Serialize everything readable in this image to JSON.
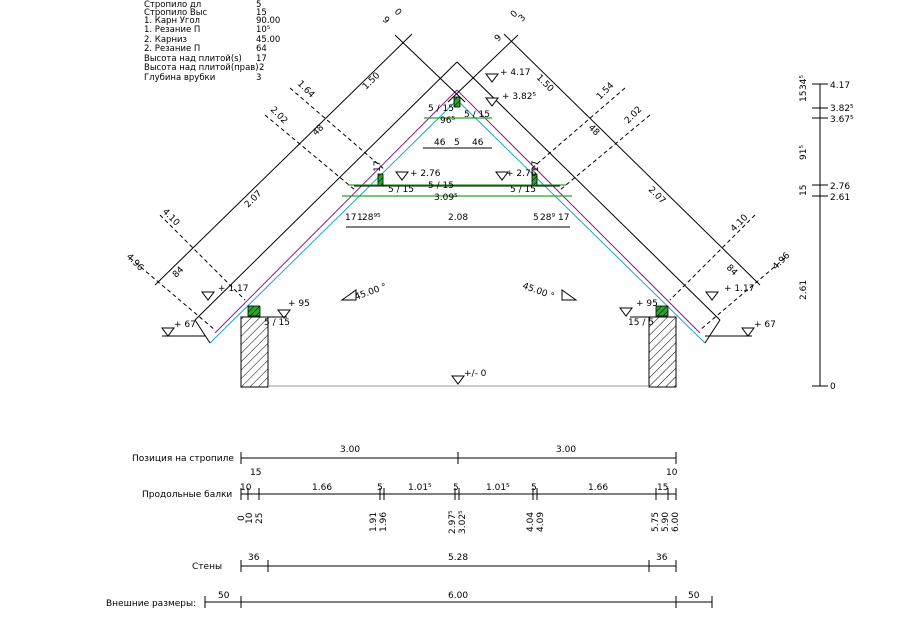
{
  "params": [
    {
      "label": "Стропило дл",
      "value": "5"
    },
    {
      "label": "Стропило Выс",
      "value": "15"
    },
    {
      "label": "1. Карн Угол",
      "value": "90.00"
    },
    {
      "label": "1. Резание П",
      "value": "10⁵"
    },
    {
      "label": "2. Карниз",
      "value": "45.00"
    },
    {
      "label": "2. Резание П",
      "value": "64"
    },
    {
      "label": "Высота над плитой(s)",
      "value": "17"
    },
    {
      "label": "Высота над плитой(прав)",
      "value": "2"
    },
    {
      "label": "Глубина врубки",
      "value": "3"
    }
  ],
  "levels": {
    "ridge": "+ 4.17",
    "upper_collar": "+ 3.82⁵",
    "collar_left": "+ 2.76",
    "collar_right": "+ 2.76",
    "eave_left": "+ 1.17",
    "eave_right": "+ 1.17",
    "plate_left": "+ 95",
    "plate_right": "+ 95",
    "foot_left": "+ 67",
    "foot_right": "+ 67",
    "base": "+/- 0"
  },
  "rafter_dims": {
    "left": [
      "9",
      "0",
      "1.50",
      "1.64",
      "2.02",
      "48",
      "2.07",
      "4.10",
      "4.96",
      "84"
    ],
    "right": [
      "9",
      "0",
      "3",
      "1.50",
      "1.54",
      "2.02",
      "48",
      "2.07",
      "4.10",
      "4.96",
      "84"
    ],
    "angle_left": "45.00 °",
    "angle_right": "45.00 °"
  },
  "inner_labels": {
    "upper_sections": [
      "5 / 15",
      "5 / 15"
    ],
    "upper_width": "96⁵",
    "upper_gap": [
      "46",
      "5",
      "46"
    ],
    "collar_section_mid": "5 / 15",
    "collar_section_left": "5 / 15",
    "collar_section_right": "5 / 15",
    "collar_width": "3.09⁵",
    "lower_row": [
      "17",
      "1",
      "28⁹⁵",
      "2.08",
      "5",
      "28⁹",
      "17"
    ],
    "post_left": "17",
    "post_right": "17",
    "plate_section_left": "5 / 15",
    "plate_section_right": "15 / 5"
  },
  "vertical_scale": [
    "4.17",
    "3.82⁵",
    "3.67⁵",
    "2.76",
    "2.61",
    "0"
  ],
  "vertical_dims": [
    "15",
    "34⁵",
    "91⁵",
    "15",
    "2.61"
  ],
  "rows": {
    "position": {
      "label": "Позиция на стропиле",
      "values": [
        "3.00",
        "3.00"
      ]
    },
    "purlins": {
      "label": "Продольные балки",
      "top_end": [
        "15",
        "10"
      ],
      "segments": [
        "10",
        "1.66",
        "5",
        "1.01⁵",
        "5",
        "1.01⁵",
        "5",
        "1.66",
        "15"
      ],
      "positions": [
        "0",
        "10",
        "25",
        "1.91",
        "1.96",
        "2.97⁵",
        "3.02⁵",
        "4.04",
        "4.09",
        "5.75",
        "5.90",
        "6.00"
      ]
    },
    "walls": {
      "label": "Стены",
      "values": [
        "36",
        "5.28",
        "36"
      ]
    },
    "outer": {
      "label": "Внешние размеры:",
      "values": [
        "50",
        "6.00",
        "50"
      ]
    }
  }
}
